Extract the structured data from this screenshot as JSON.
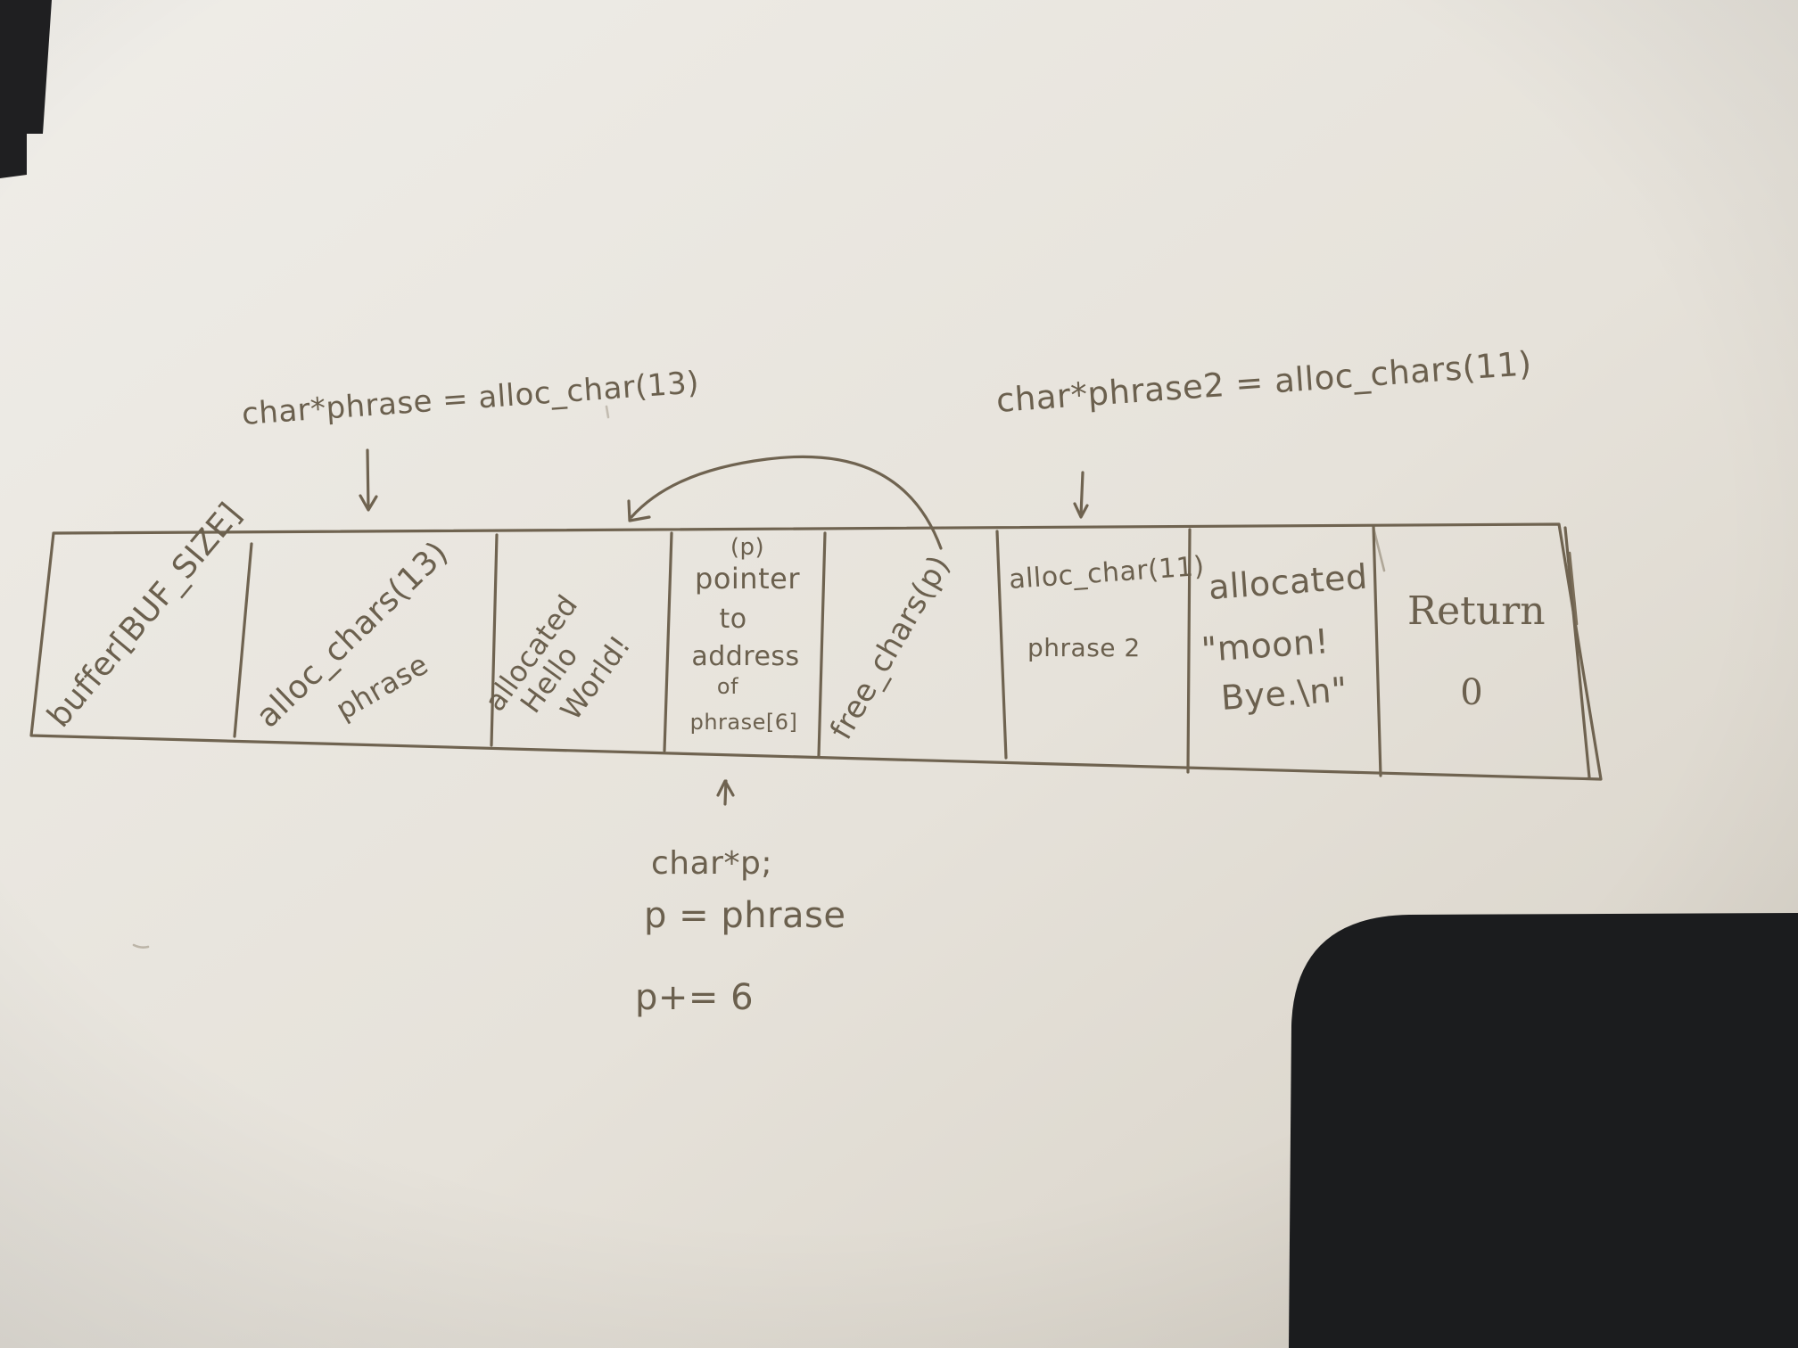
{
  "annotations": {
    "phrase_decl": "char*phrase = alloc_char(13)",
    "phrase2_decl": "char*phrase2 = alloc_chars(11)",
    "p_decl": "char*p;",
    "p_assign": "p = phrase",
    "p_increment": "p+= 6"
  },
  "cells": [
    {
      "id": "buffer",
      "lines": [
        "buffer[BUF_SIZE]"
      ]
    },
    {
      "id": "alloc-chars-13",
      "lines": [
        "alloc_chars(13)",
        "phrase"
      ]
    },
    {
      "id": "allocated-hello-world",
      "lines": [
        "allocated",
        "Hello",
        "World!"
      ]
    },
    {
      "id": "pointer",
      "lines": [
        "(p)",
        "pointer",
        "to",
        "address",
        "of",
        "phrase[6]"
      ]
    },
    {
      "id": "free-chars",
      "lines": [
        "free_chars(p)"
      ]
    },
    {
      "id": "alloc-char-11",
      "lines": [
        "alloc_char(11)",
        "phrase 2"
      ]
    },
    {
      "id": "allocated-moon",
      "lines": [
        "allocated",
        "\"moon!",
        "Bye.\\n\""
      ]
    },
    {
      "id": "return",
      "lines": [
        "Return",
        "0"
      ]
    }
  ]
}
